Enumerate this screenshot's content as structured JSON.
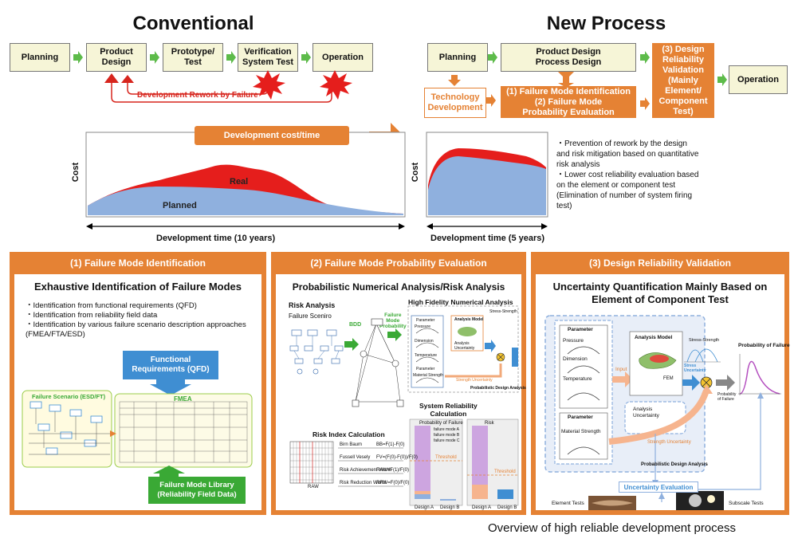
{
  "titles": {
    "conventional": "Conventional",
    "new_process": "New Process"
  },
  "conventional": {
    "steps": [
      "Planning",
      "Product\nDesign",
      "Prototype/\nTest",
      "Verification\nSystem Test",
      "Operation"
    ],
    "rework_label": "Development Rework by Failure",
    "cost_bar_label": "Development cost/time",
    "y_label": "Cost",
    "actual_label": "Real",
    "planned_label": "Planned",
    "x_label": "Development time (10 years)"
  },
  "new_process": {
    "planning": "Planning",
    "design": "Product Design\nProcess Design",
    "validation": "(3) Design\nReliability\nValidation\n(Mainly\nElement/\nComponent\nTest)",
    "operation": "Operation",
    "tech_dev": "Technology\nDevelopment",
    "failure_modes": "(1) Failure Mode Identification\n(2) Failure Mode\nProbability Evaluation",
    "y_label": "Cost",
    "x_label": "Development time (5 years)",
    "bullets": [
      "・Prevention of rework by the design and risk mitigation based on quantitative risk analysis",
      "・Lower cost reliability evaluation based on the element or component test (Elimination of number of system firing test)"
    ]
  },
  "panel1": {
    "header": "(1) Failure Mode Identification",
    "title": "Exhaustive Identification of Failure Modes",
    "bullets": [
      "・Identification from functional requirements (QFD)",
      "・Identification from reliability field data",
      "・Identification by various failure scenario description approaches (FMEA/FTA/ESD)"
    ],
    "qfd": "Functional\nRequirements (QFD)",
    "scenario": "Failure Scenario (ESD/FT)",
    "fmea": "FMEA",
    "library": "Failure Mode Library\n(Reliability Field Data)"
  },
  "panel2": {
    "header": "(2) Failure Mode Probability Evaluation",
    "title": "Probabilistic Numerical Analysis/Risk Analysis",
    "risk_analysis": "Risk Analysis",
    "failure_scenario": "Failure Sceniro",
    "bdd": "BDD",
    "fm_prob": "Failure\nMode\nProbability",
    "hifi": "High Fidelity Numerical Analysis",
    "risk_index": "Risk Index Calculation",
    "sys_rel": "System Reliability\nCalculation",
    "prob_failure": "Probability of Failure",
    "risk": "Risk",
    "design_a": "Design A",
    "design_b": "Design B",
    "index_rows": [
      "Birn Baum",
      "Fussell Vesely",
      "Risk Achievement Worth",
      "Risk Reduction Worth"
    ],
    "index_formulas": [
      "BB=F(1)-F(0)",
      "FV=(F(0)-F(0))/F(0)",
      "RAW=F(1)/F(0)",
      "RRW=F(0)/F(0)"
    ],
    "axis_small": "RAW",
    "legend_items": [
      "failure mode A",
      "failure mode B",
      "failure mode C"
    ],
    "threshold": "Threshold",
    "params": [
      "Parameter",
      "Pressure",
      "Dimension",
      "Temperature",
      "Parameter",
      "Material Strength"
    ],
    "analysis_model": "Analysis Model",
    "analysis_unc": "Analysis\nUncertainty",
    "stress_strength": "Stress-Strength",
    "strength_unc": "Strength Uncertainty",
    "prob_design": "Probabilistic Design Analysis"
  },
  "panel3": {
    "header": "(3) Design Reliability Validation",
    "title": "Uncertainty Quantification Mainly Based on\nElement of Component Test",
    "params": [
      "Parameter",
      "Pressure",
      "Dimension",
      "Temperature",
      "Parameter",
      "Material Strength"
    ],
    "analysis_model": "Analysis Model",
    "fem": "FEM",
    "input": "Input",
    "stress_unc": "Stress\nUncertainty",
    "stress_strength": "Stress-Strength",
    "prob_failure": "Probability of Failure",
    "prob_failure_small": "Probability\nof Failure",
    "analysis_unc": "Analysis\nUncertainty",
    "strength_unc": "Strength Uncertainty",
    "prob_design": "Probabilistic Design Analysis",
    "unc_eval": "Uncertainty Evaluation",
    "element_tests": "Element Tests",
    "subscale_tests": "Subscale Tests"
  },
  "caption": "Overview of high reliable development process",
  "colors": {
    "orange": "#e58234",
    "green": "#3aa935",
    "red": "#d7251d",
    "blue": "#8fb0de",
    "cream": "#f6f5d7"
  }
}
